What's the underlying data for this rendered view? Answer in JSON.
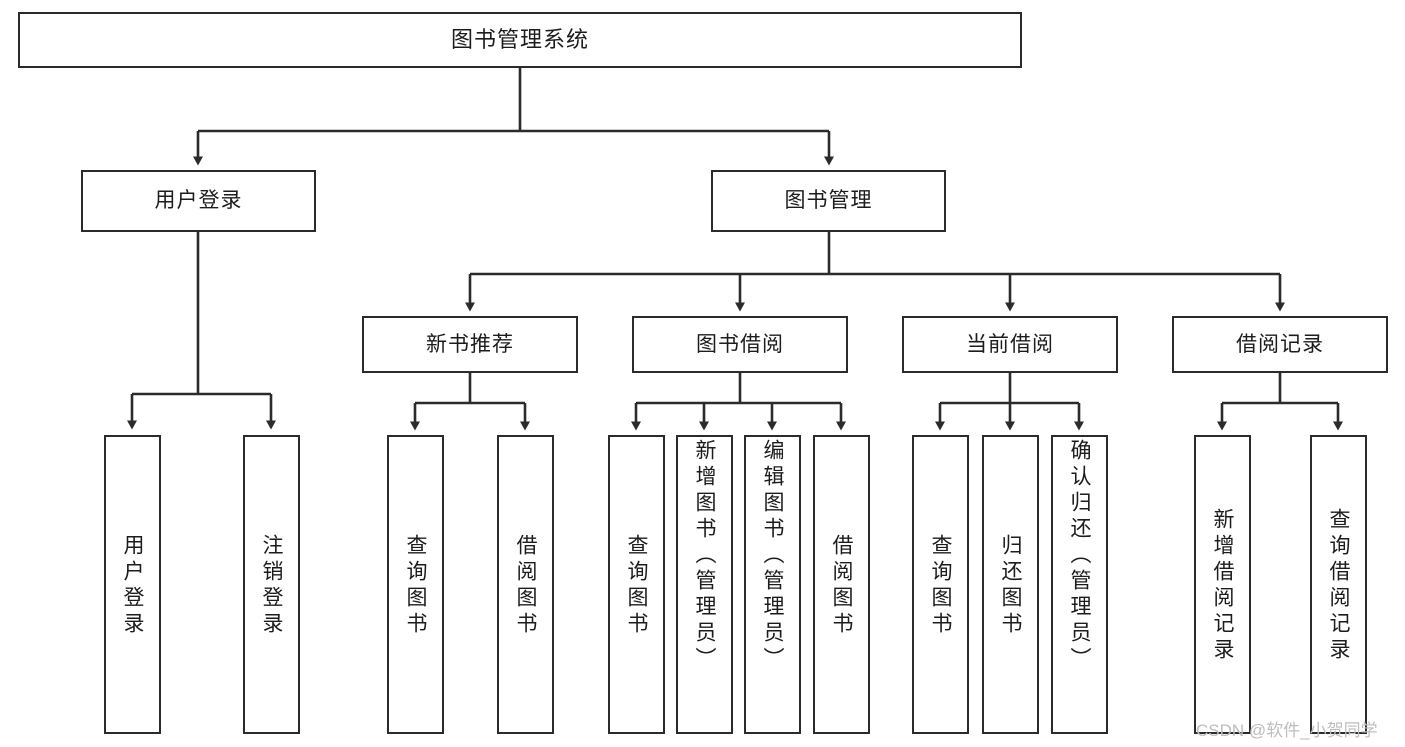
{
  "diagram": {
    "title": "图书管理系统",
    "type": "hierarchy-tree",
    "root": {
      "id": "root",
      "label": "图书管理系统",
      "orientation": "horizontal"
    },
    "level2": [
      {
        "id": "user-login",
        "label": "用户登录",
        "orientation": "horizontal"
      },
      {
        "id": "book-management",
        "label": "图书管理",
        "orientation": "horizontal"
      }
    ],
    "level3": [
      {
        "id": "new-book-recommend",
        "label": "新书推荐",
        "orientation": "horizontal",
        "parent": "book-management"
      },
      {
        "id": "book-borrow",
        "label": "图书借阅",
        "orientation": "horizontal",
        "parent": "book-management"
      },
      {
        "id": "current-borrow",
        "label": "当前借阅",
        "orientation": "horizontal",
        "parent": "book-management"
      },
      {
        "id": "borrow-record",
        "label": "借阅记录",
        "orientation": "horizontal",
        "parent": "book-management"
      }
    ],
    "leaves": [
      {
        "id": "leaf-user-login",
        "label": "用户登录",
        "parent": "user-login"
      },
      {
        "id": "leaf-logout",
        "label": "注销登录",
        "parent": "user-login"
      },
      {
        "id": "leaf-query-book-1",
        "label": "查询图书",
        "parent": "new-book-recommend"
      },
      {
        "id": "leaf-borrow-book-1",
        "label": "借阅图书",
        "parent": "new-book-recommend"
      },
      {
        "id": "leaf-query-book-2",
        "label": "查询图书",
        "parent": "book-borrow"
      },
      {
        "id": "leaf-add-book",
        "label": "新增图书（管理员）",
        "parent": "book-borrow"
      },
      {
        "id": "leaf-edit-book",
        "label": "编辑图书（管理员）",
        "parent": "book-borrow"
      },
      {
        "id": "leaf-borrow-book-2",
        "label": "借阅图书",
        "parent": "book-borrow"
      },
      {
        "id": "leaf-query-book-3",
        "label": "查询图书",
        "parent": "current-borrow"
      },
      {
        "id": "leaf-return-book",
        "label": "归还图书",
        "parent": "current-borrow"
      },
      {
        "id": "leaf-confirm-return",
        "label": "确认归还（管理员）",
        "parent": "current-borrow"
      },
      {
        "id": "leaf-add-record",
        "label": "新增借阅记录",
        "parent": "borrow-record"
      },
      {
        "id": "leaf-query-record",
        "label": "查询借阅记录",
        "parent": "borrow-record"
      }
    ],
    "colors": {
      "stroke": "#2b2b2b",
      "fill": "#ffffff",
      "text": "#1c1c1c",
      "watermark": "#bdbdbd"
    }
  },
  "watermark": {
    "text": "CSDN @软件_小贺同学"
  }
}
